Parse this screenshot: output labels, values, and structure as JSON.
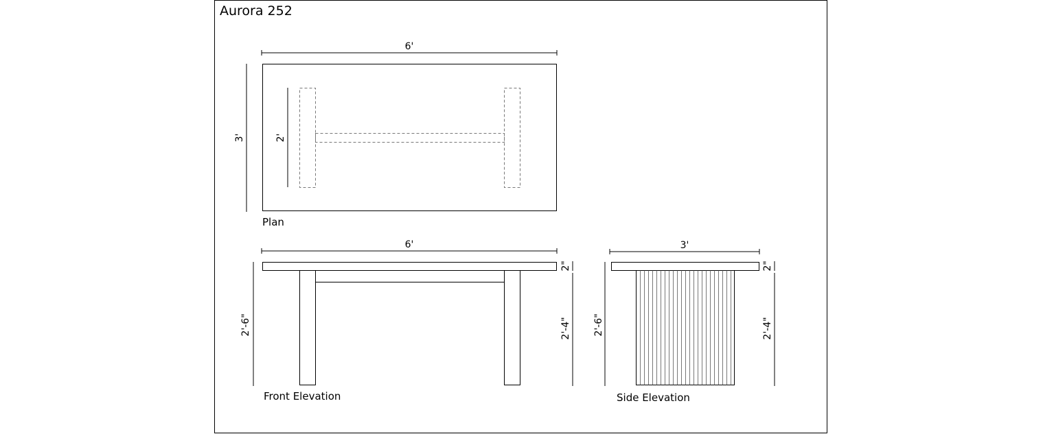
{
  "title": "Aurora 252",
  "views": {
    "plan": {
      "label": "Plan",
      "dims": {
        "width": "6'",
        "depth": "3'",
        "base_span": "2'"
      }
    },
    "front": {
      "label": "Front Elevation",
      "dims": {
        "width": "6'",
        "top_thickness": "2\"",
        "leg_height": "2'-4\"",
        "total_height": "2'-6\""
      }
    },
    "side": {
      "label": "Side Elevation",
      "dims": {
        "width": "3'",
        "top_thickness": "2\"",
        "leg_height": "2'-4\"",
        "total_height": "2'-6\""
      }
    }
  }
}
